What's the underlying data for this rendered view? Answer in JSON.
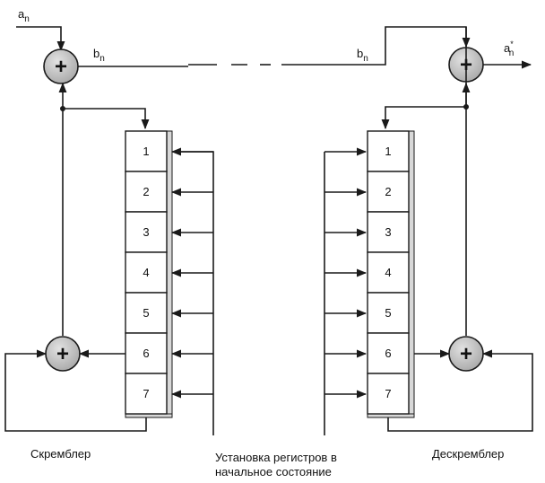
{
  "signals": {
    "input_a": "a",
    "input_a_sub": "n",
    "link_b": "b",
    "link_b_sub": "n",
    "output_a": "a",
    "output_a_sub": "n",
    "output_a_sup": "*"
  },
  "xor_symbol": "+",
  "register_cells": [
    "1",
    "2",
    "3",
    "4",
    "5",
    "6",
    "7"
  ],
  "captions": {
    "scrambler": "Скремблер",
    "init_line1": "Установка регистров в",
    "init_line2": "начальное состояние",
    "descrambler": "Дескремблер"
  },
  "colors": {
    "xor_fill": "#c4c4c4",
    "line": "#1a1a1a"
  }
}
